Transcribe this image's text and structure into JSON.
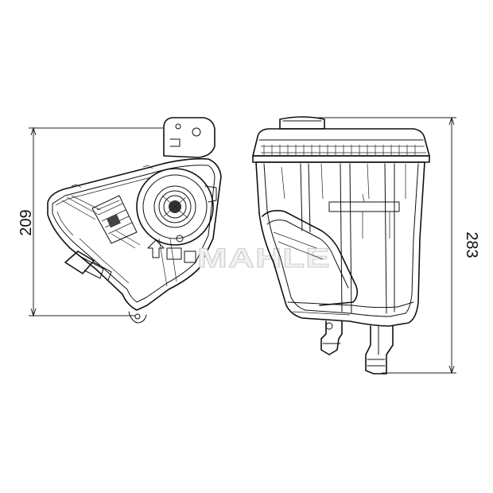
{
  "dimensions": {
    "height_left": "209",
    "height_right": "283"
  },
  "watermark": {
    "brand": "MAHLE"
  },
  "colors": {
    "line": "#111111",
    "background": "#ffffff",
    "watermark_fill": "#f2f2f2"
  }
}
